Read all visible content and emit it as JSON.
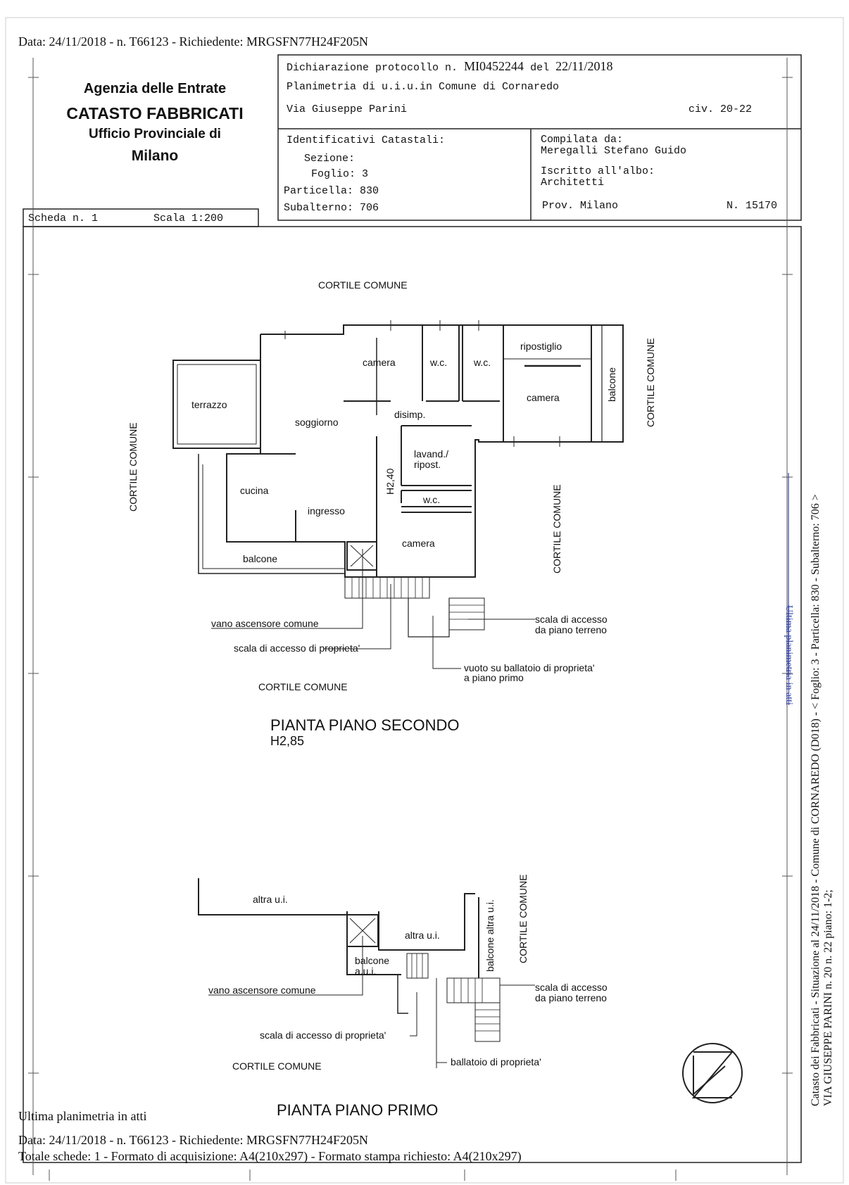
{
  "top_line": "Data: 24/11/2018 - n. T66123 - Richiedente: MRGSFN77H24F205N",
  "agency": {
    "line1": "Agenzia delle Entrate",
    "line2": "CATASTO FABBRICATI",
    "line3": "Ufficio Provinciale di",
    "line4": "Milano"
  },
  "declaration": {
    "prefix": "Dichiarazione protocollo n.",
    "protocol": "MI0452244",
    "del": "del",
    "date": "22/11/2018",
    "planimetria": "Planimetria di u.i.u.in Comune di Cornaredo",
    "address": "Via Giuseppe Parini",
    "civ": "civ. 20-22"
  },
  "identificativi": {
    "title": "Identificativi Catastali:",
    "sezione": "Sezione:",
    "foglio": "Foglio: 3",
    "particella": "Particella: 830",
    "subalterno": "Subalterno: 706"
  },
  "compilata": {
    "label": "Compilata da:",
    "name": "Meregalli Stefano Guido",
    "albo_label": "Iscritto all'albo:",
    "albo": "Architetti",
    "prov": "Prov. Milano",
    "numero": "N. 15170"
  },
  "scheda": {
    "label": "Scheda n. 1",
    "scala": "Scala 1:200"
  },
  "plan2": {
    "cortile_top": "CORTILE COMUNE",
    "cortile_left": "CORTILE COMUNE",
    "cortile_right": "CORTILE COMUNE",
    "cortile_mid": "CORTILE COMUNE",
    "cortile_bottom": "CORTILE COMUNE",
    "terrazzo": "terrazzo",
    "soggiorno": "soggiorno",
    "cucina": "cucina",
    "ingresso": "ingresso",
    "balcone_bottom": "balcone",
    "camera1": "camera",
    "wc1": "w.c.",
    "wc2": "w.c.",
    "ripostiglio": "ripostiglio",
    "camera2": "camera",
    "balcone_right": "balcone",
    "disimp": "disimp.",
    "lavand": "lavand./",
    "ripost": "ripost.",
    "h240": "H2,40",
    "wc3": "w.c.",
    "camera3": "camera",
    "vano": "vano ascensore comune",
    "scala_prop": "scala di accesso di proprieta'",
    "scala_terreno1": "scala di accesso",
    "scala_terreno2": "da piano terreno",
    "vuoto1": "vuoto su ballatoio di proprieta'",
    "vuoto2": "a piano primo",
    "title": "PIANTA PIANO SECONDO",
    "height": "H2,85"
  },
  "plan1": {
    "altra1": "altra u.i.",
    "altra2": "altra u.i.",
    "balcone_altra": "balcone altra u.i.",
    "cortile_right": "CORTILE COMUNE",
    "balcone1": "balcone",
    "balcone2": "a.u.i.",
    "vano": "vano ascensore comune",
    "scala_terreno1": "scala di accesso",
    "scala_terreno2": "da piano terreno",
    "scala_prop": "scala di accesso di proprieta'",
    "ballatoio": "ballatoio di proprieta'",
    "cortile_bottom": "CORTILE COMUNE",
    "title": "PIANTA PIANO PRIMO"
  },
  "side_text": {
    "line1": "Catasto dei Fabbricati - Situazione al 24/11/2018 - Comune di CORNAREDO (D018) - < Foglio: 3 - Particella: 830 - Subalterno: 706 >",
    "line2": "VIA GIUSEPPE PARINI n. 20 n. 22 piano: 1-2;",
    "mark": "Ultima planimetria in atti"
  },
  "footer": {
    "ultima": "Ultima planimetria in atti",
    "data": "Data: 24/11/2018 - n. T66123 - Richiedente: MRGSFN77H24F205N",
    "totale": "Totale schede: 1 - Formato di acquisizione: A4(210x297)  - Formato stampa richiesto: A4(210x297)"
  }
}
